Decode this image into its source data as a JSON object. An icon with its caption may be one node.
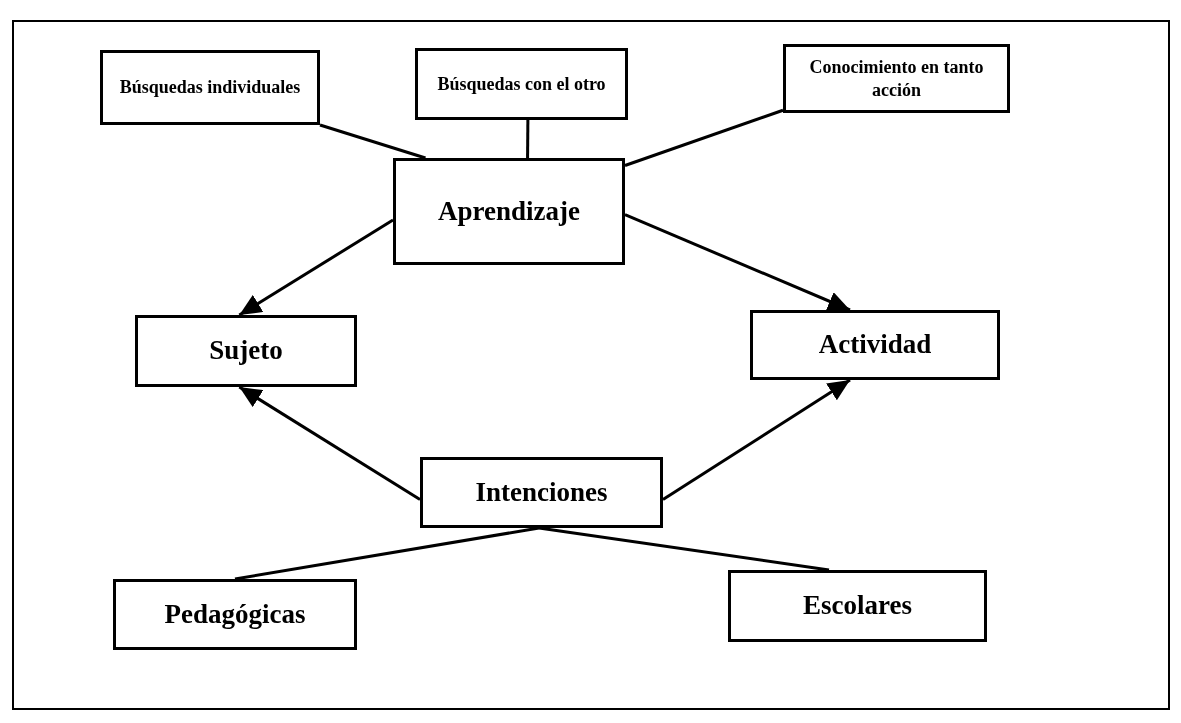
{
  "diagram": {
    "nodes": [
      {
        "text": [
          "Búsquedas individuales"
        ]
      },
      {
        "text": [
          "Búsquedas con el otro"
        ]
      },
      {
        "text": [
          "Conocimiento en tanto acción"
        ]
      },
      {
        "text": [
          "Aprendizaje"
        ]
      },
      {
        "text": [
          "Sujeto"
        ]
      },
      {
        "text": [
          "Actividad"
        ]
      },
      {
        "text": [
          "Intenciones"
        ]
      },
      {
        "text": [
          "Pedagógicas"
        ]
      },
      {
        "text": [
          "Escolares"
        ]
      }
    ],
    "edges": [
      {
        "from": 0,
        "to": 3,
        "arrow": "none"
      },
      {
        "from": 1,
        "to": 3,
        "arrow": "none"
      },
      {
        "from": 2,
        "to": 3,
        "arrow": "none"
      },
      {
        "from": 3,
        "to": 4,
        "arrow": "to"
      },
      {
        "from": 3,
        "to": 5,
        "arrow": "to"
      },
      {
        "from": 6,
        "to": 4,
        "arrow": "to"
      },
      {
        "from": 6,
        "to": 5,
        "arrow": "to"
      },
      {
        "from": 6,
        "to": 7,
        "arrow": "none"
      },
      {
        "from": 6,
        "to": 8,
        "arrow": "none"
      }
    ]
  }
}
